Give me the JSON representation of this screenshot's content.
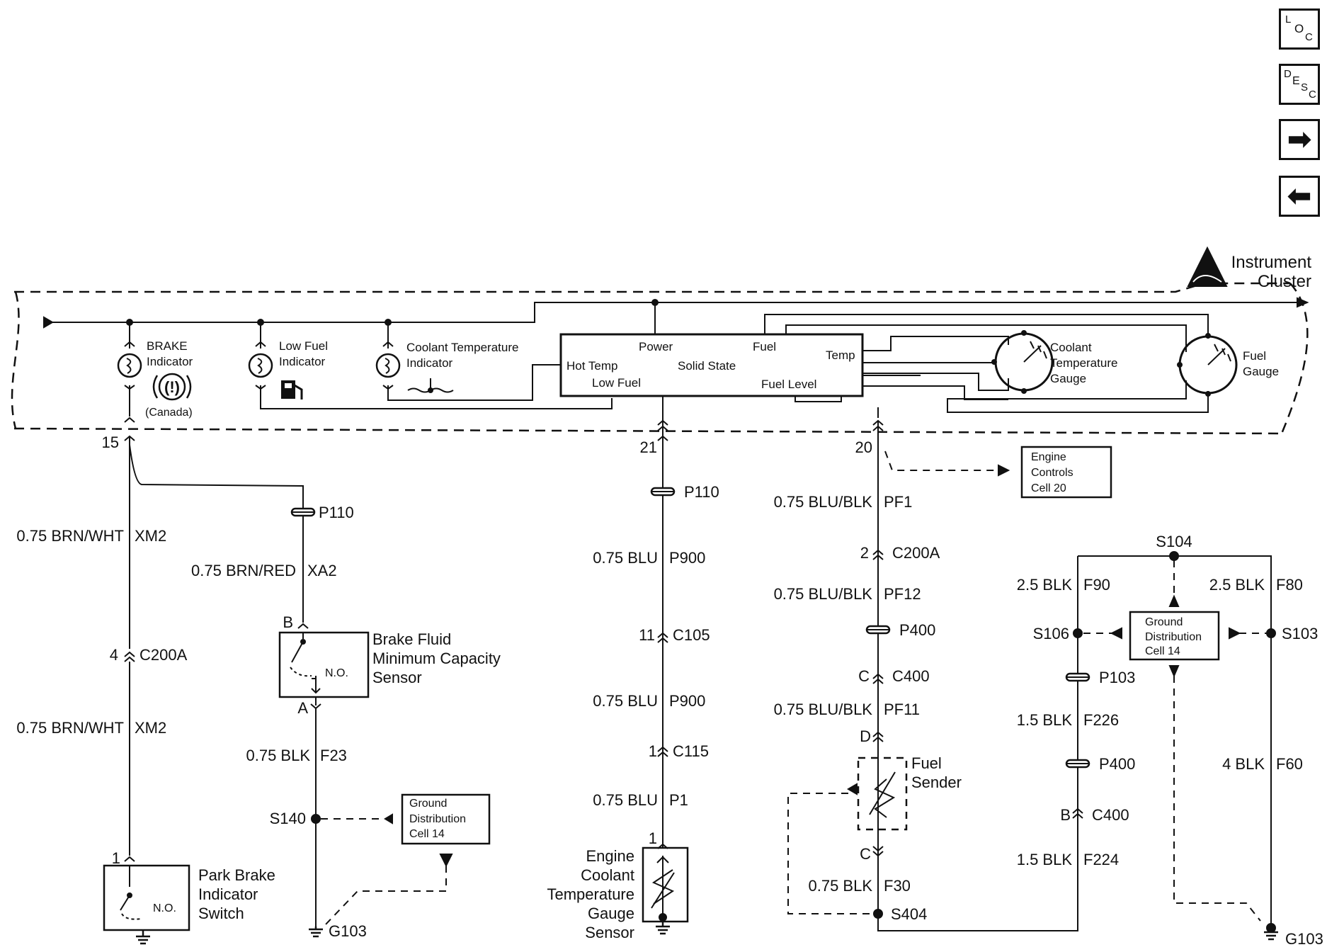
{
  "nav": {
    "loc": {
      "l1": "L",
      "l2": "O",
      "l3": "C"
    },
    "desc": {
      "l1": "D",
      "l2": "E",
      "l3": "S",
      "l4": "C"
    },
    "next_arrow": "➡",
    "prev_arrow": "⬅"
  },
  "icons": {
    "esd": "esd-warning-icon",
    "bulb": "indicator-bulb-icon",
    "brake": "brake-warning-symbol-icon",
    "fuel_pump": "fuel-pump-icon",
    "coolant": "coolant-temp-icon",
    "ground": "ground-symbol-icon",
    "splice": "splice-dot-icon",
    "connector": "connector-chevron-icon",
    "inline": "inline-connector-icon"
  },
  "cluster": {
    "title_line1": "Instrument",
    "title_line2": "Cluster",
    "brake_indicator_line1": "BRAKE",
    "brake_indicator_line2": "Indicator",
    "brake_indicator_symbol": "(!)",
    "brake_indicator_line3": "(Canada)",
    "low_fuel_line1": "Low Fuel",
    "low_fuel_line2": "Indicator",
    "coolant_ind_line1": "Coolant Temperature",
    "coolant_ind_line2": "Indicator",
    "solid_state": {
      "power": "Power",
      "fuel": "Fuel",
      "temp": "Temp",
      "hot_temp": "Hot Temp",
      "solid_state": "Solid State",
      "low_fuel": "Low Fuel",
      "fuel_level": "Fuel Level"
    },
    "coolant_gauge_line1": "Coolant",
    "coolant_gauge_line2": "Temperature",
    "coolant_gauge_line3": "Gauge",
    "fuel_gauge_line1": "Fuel",
    "fuel_gauge_line2": "Gauge"
  },
  "circuit_left": {
    "pin_top": "15",
    "wire1": "0.75 BRN/WHT",
    "wire1_circuit": "XM2",
    "c200a_pin": "4",
    "c200a": "C200A",
    "wire2": "0.75 BRN/WHT",
    "wire2_circuit": "XM2",
    "pin_bottom": "1",
    "switch_line1": "Park Brake",
    "switch_line2": "Indicator",
    "switch_line3": "Switch",
    "switch_no": "N.O."
  },
  "circuit_brake_fluid": {
    "p110": "P110",
    "wire1": "0.75 BRN/RED",
    "wire1_circuit": "XA2",
    "pin_b": "B",
    "sensor_line1": "Brake Fluid",
    "sensor_line2": "Minimum Capacity",
    "sensor_line3": "Sensor",
    "sensor_no": "N.O.",
    "pin_a": "A",
    "wire2": "0.75 BLK",
    "wire2_circuit": "F23",
    "splice": "S140",
    "ground_box_line1": "Ground",
    "ground_box_line2": "Distribution",
    "ground_box_line3": "Cell 14",
    "ground": "G103"
  },
  "circuit_coolant": {
    "pin_top": "21",
    "p110": "P110",
    "wire1": "0.75 BLU",
    "wire1_circuit": "P900",
    "c105_pin": "11",
    "c105": "C105",
    "wire2": "0.75 BLU",
    "wire2_circuit": "P900",
    "c115_pin": "1",
    "c115": "C115",
    "wire3": "0.75 BLU",
    "wire3_circuit": "P1",
    "sensor_pin": "1",
    "sensor_line1": "Engine",
    "sensor_line2": "Coolant",
    "sensor_line3": "Temperature",
    "sensor_line4": "Gauge",
    "sensor_line5": "Sensor"
  },
  "circuit_fuel": {
    "pin_top": "20",
    "engine_box_line1": "Engine",
    "engine_box_line2": "Controls",
    "engine_box_line3": "Cell 20",
    "wire1": "0.75 BLU/BLK",
    "wire1_circuit": "PF1",
    "c200a_pin": "2",
    "c200a": "C200A",
    "wire2": "0.75 BLU/BLK",
    "wire2_circuit": "PF12",
    "p400": "P400",
    "c400_pin": "C",
    "c400": "C400",
    "wire3": "0.75 BLU/BLK",
    "wire3_circuit": "PF11",
    "sender_pin_d": "D",
    "sender_line1": "Fuel",
    "sender_line2": "Sender",
    "sender_pin_c": "C",
    "wire4": "0.75 BLK",
    "wire4_circuit": "F30",
    "splice": "S404"
  },
  "circuit_ground": {
    "s104": "S104",
    "wire_left": "2.5 BLK",
    "wire_left_circuit": "F90",
    "wire_right": "2.5 BLK",
    "wire_right_circuit": "F80",
    "s106": "S106",
    "s103": "S103",
    "box_line1": "Ground",
    "box_line2": "Distribution",
    "box_line3": "Cell 14",
    "p103": "P103",
    "wire3": "1.5 BLK",
    "wire3_circuit": "F226",
    "p400": "P400",
    "wire_f60": "4 BLK",
    "wire_f60_circuit": "F60",
    "c400_pin": "B",
    "c400": "C400",
    "wire4": "1.5 BLK",
    "wire4_circuit": "F224",
    "ground": "G103"
  }
}
